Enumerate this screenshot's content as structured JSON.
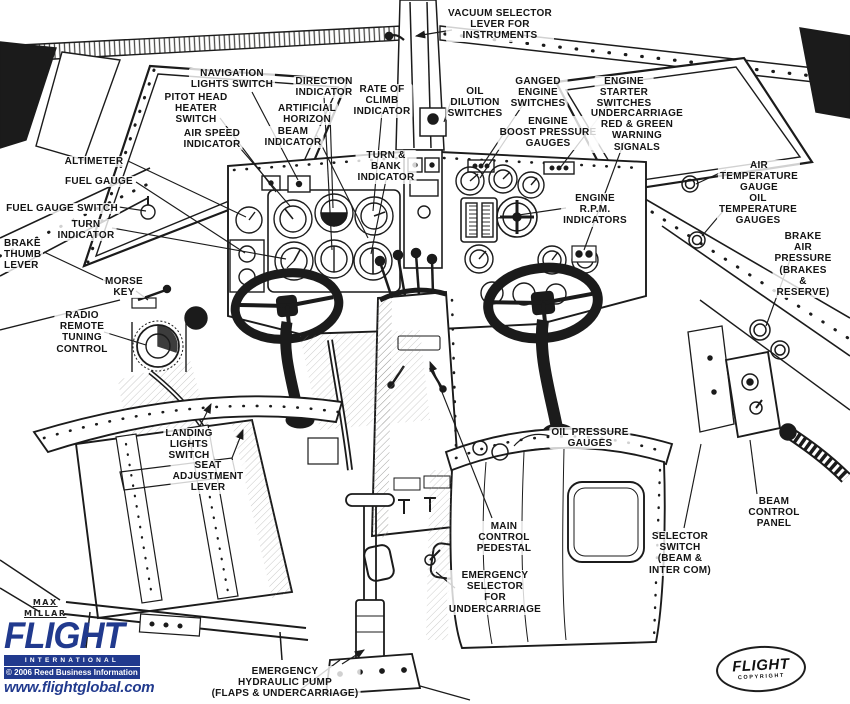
{
  "meta": {
    "kind": "technical cutaway line drawing",
    "subject": "Aircraft cockpit — instruments and controls"
  },
  "callouts": [
    {
      "id": "vacuum-selector-lever",
      "label": "VACUUM SELECTOR\nLEVER FOR\nINSTRUMENTS"
    },
    {
      "id": "navigation-lights-switch",
      "label": "NAVIGATION\nLIGHTS SWITCH"
    },
    {
      "id": "pitot-head-heater-switch",
      "label": "PITOT HEAD\nHEATER\nSWITCH"
    },
    {
      "id": "air-speed-indicator",
      "label": "AIR SPEED\nINDICATOR"
    },
    {
      "id": "altimeter",
      "label": "ALTIMETER"
    },
    {
      "id": "fuel-gauge",
      "label": "FUEL GAUGE"
    },
    {
      "id": "fuel-gauge-switch",
      "label": "FUEL GAUGE SWITCH"
    },
    {
      "id": "turn-indicator",
      "label": "TURN\nINDICATOR"
    },
    {
      "id": "brake-thumb-lever",
      "label": "BRAKE\nTHUMB\nLEVER"
    },
    {
      "id": "morse-key",
      "label": "MORSE\nKEY"
    },
    {
      "id": "radio-remote-tuning-control",
      "label": "RADIO\nREMOTE\nTUNING\nCONTROL"
    },
    {
      "id": "direction-indicator",
      "label": "DIRECTION\nINDICATOR"
    },
    {
      "id": "artificial-horizon",
      "label": "ARTIFICIAL\nHORIZON"
    },
    {
      "id": "beam-indicator",
      "label": "BEAM\nINDICATOR"
    },
    {
      "id": "rate-of-climb-indicator",
      "label": "RATE OF\nCLIMB\nINDICATOR"
    },
    {
      "id": "turn-and-bank-indicator",
      "label": "TURN &\nBANK\nINDICATOR"
    },
    {
      "id": "oil-dilution-switches",
      "label": "OIL\nDILUTION\nSWITCHES"
    },
    {
      "id": "ganged-engine-switches",
      "label": "GANGED\nENGINE\nSWITCHES"
    },
    {
      "id": "engine-starter-switches",
      "label": "ENGINE\nSTARTER\nSWITCHES"
    },
    {
      "id": "engine-boost-pressure-gauges",
      "label": "ENGINE\nBOOST PRESSURE\nGAUGES"
    },
    {
      "id": "undercarriage-warning-signals",
      "label": "UNDERCARRIAGE\nRED & GREEN\nWARNING\nSIGNALS"
    },
    {
      "id": "engine-rpm-indicators",
      "label": "ENGINE\nR.P.M.\nINDICATORS"
    },
    {
      "id": "air-temperature-gauge",
      "label": "AIR\nTEMPERATURE\nGAUGE"
    },
    {
      "id": "oil-temperature-gauges",
      "label": "OIL\nTEMPERATURE\nGAUGES"
    },
    {
      "id": "brake-air-pressure",
      "label": "BRAKE\nAIR PRESSURE\n(BRAKES &\nRESERVE)"
    },
    {
      "id": "landing-lights-switch",
      "label": "LANDING\nLIGHTS\nSWITCH"
    },
    {
      "id": "seat-adjustment-lever",
      "label": "SEAT\nADJUSTMENT\nLEVER"
    },
    {
      "id": "oil-pressure-gauges",
      "label": "OIL PRESSURE\nGAUGES"
    },
    {
      "id": "main-control-pedestal",
      "label": "MAIN\nCONTROL\nPEDESTAL"
    },
    {
      "id": "emergency-selector-for-undercarriage",
      "label": "EMERGENCY\nSELECTOR\nFOR\nUNDERCARRIAGE"
    },
    {
      "id": "selector-switch-beam-intercom",
      "label": "SELECTOR\nSWITCH\n(BEAM &\nINTER COM)"
    },
    {
      "id": "beam-control-panel",
      "label": "BEAM\nCONTROL\nPANEL"
    },
    {
      "id": "emergency-hydraulic-pump",
      "label": "EMERGENCY\nHYDRAULIC PUMP\n(FLAPS & UNDERCARRIAGE)"
    }
  ],
  "branding": {
    "signature": "MAX\nMILLAR",
    "logo_word": "FLIGHT",
    "logo_sub": "INTERNATIONAL",
    "copyright_line": "© 2006 Reed Business Information",
    "website": "www.flightglobal.com",
    "stamp_word": "FLIGHT",
    "stamp_sub": "COPYRIGHT"
  },
  "colors": {
    "ink": "#1b1b1b",
    "paper": "#ffffff",
    "brand_blue": "#213a8e"
  }
}
